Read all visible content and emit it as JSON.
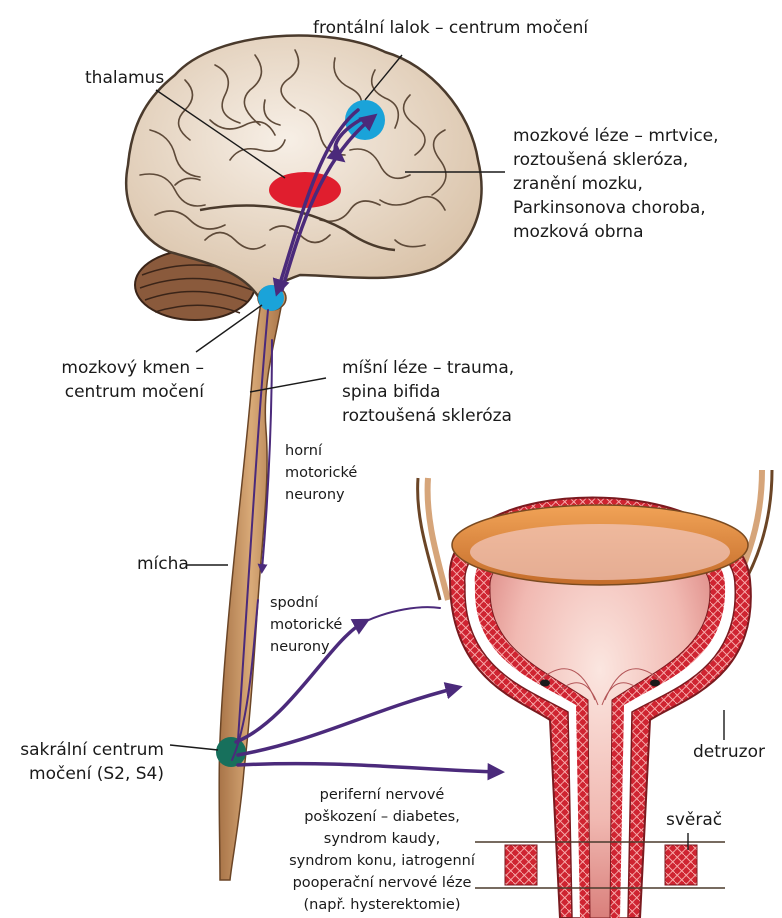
{
  "labels": {
    "frontal": "frontální lalok – centrum močení",
    "thalamus": "thalamus",
    "brain_lesions": [
      "mozkové léze – mrtvice,",
      "roztoušená skleróza,",
      "zranění mozku,",
      "Parkinsonova choroba,",
      "mozková obrna"
    ],
    "brainstem": [
      "mozkový kmen –",
      "centrum močení"
    ],
    "spinal_lesions": [
      "míšní léze – trauma,",
      "spina bifida",
      "roztoušená skleróza"
    ],
    "upper_neurons": [
      "horní",
      "motorické",
      "neurony"
    ],
    "cord": "mícha",
    "lower_neurons": [
      "spodní",
      "motorické",
      "neurony"
    ],
    "sacral": [
      "sakrální centrum",
      "močení (S2, S4)"
    ],
    "detrusor": "detruzor",
    "sphincter": "svěrač",
    "peripheral": [
      "periferní nervové",
      "poškození – diabetes,",
      "syndrom kaudy,",
      "syndrom konu, iatrogenní",
      "pooperační nervové léze",
      "(např. hysterektomie)"
    ]
  },
  "colors": {
    "nerve_path": "#4b2a7b",
    "frontal_center": "#1aa3d9",
    "thalamus": "#e01e2e",
    "sacral_center": "#17705c",
    "bladder_wall": "#c8202c",
    "bladder_inner": "#f3c0bb",
    "spinal_cord": "#c49363",
    "brain": "#efe3d4"
  }
}
